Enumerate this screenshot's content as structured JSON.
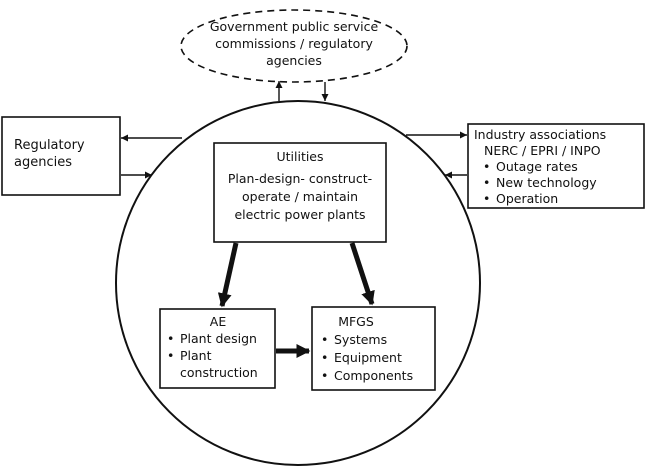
{
  "government": {
    "lines": [
      "Government public service",
      "commissions / regulatory",
      "agencies"
    ]
  },
  "regulatory": {
    "lines": [
      "Regulatory",
      "agencies"
    ]
  },
  "industry": {
    "title_lines": [
      "Industry associations",
      "NERC / EPRI / INPO"
    ],
    "items": [
      "Outage rates",
      "New technology",
      "Operation"
    ]
  },
  "utilities": {
    "title": "Utilities",
    "desc_lines": [
      "Plan-design- construct-",
      "operate / maintain",
      "electric power plants"
    ]
  },
  "ae": {
    "title": "AE",
    "items": [
      "Plant design",
      "Plant construction"
    ]
  },
  "mfgs": {
    "title": "MFGS",
    "items": [
      "Systems",
      "Equipment",
      "Components"
    ]
  }
}
